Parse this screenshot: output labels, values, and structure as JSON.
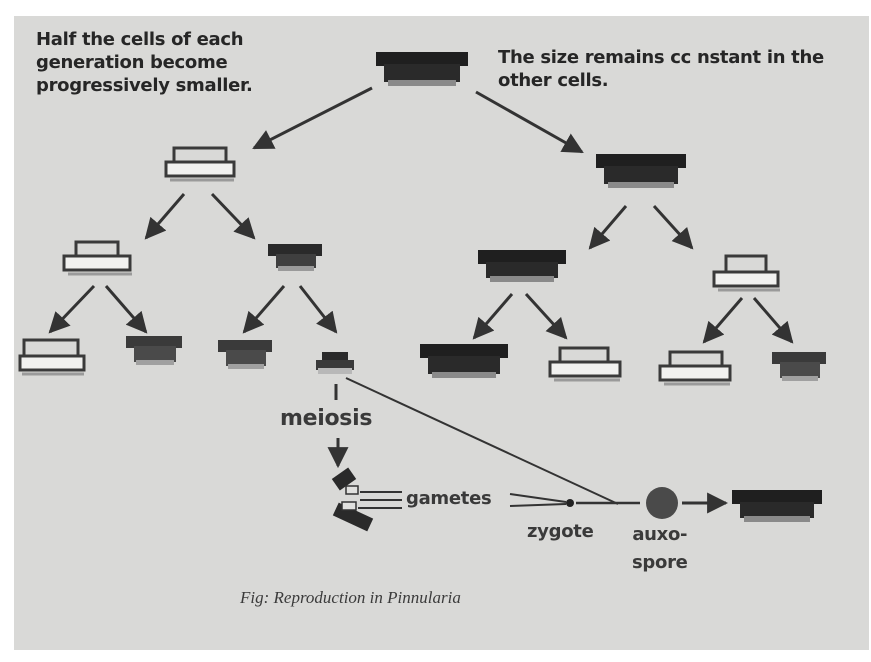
{
  "notes": {
    "left": "Half the cells of each generation become progressively smaller.",
    "right": "The size remains cc nstant in the other cells."
  },
  "labels": {
    "meiosis": "meiosis",
    "gametes": "gametes",
    "zygote": "zygote",
    "auxospore_line1": "auxo-",
    "auxospore_line2": "spore"
  },
  "caption": "Fig: Reproduction in Pinnularia",
  "colors": {
    "background": "#d9d9d7",
    "ink": "#262626",
    "light_cell": "#f1f1ef"
  }
}
